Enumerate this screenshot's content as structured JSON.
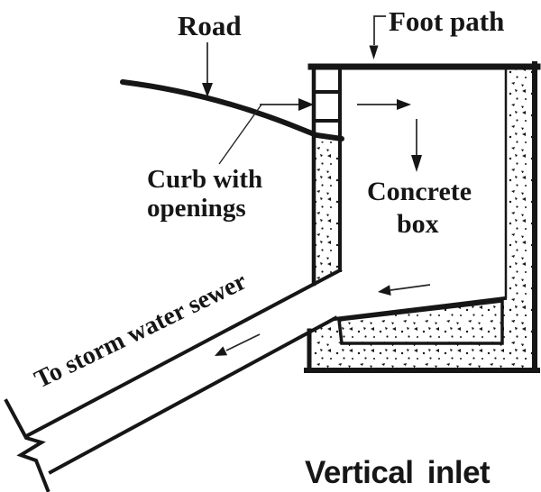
{
  "labels": {
    "road": "Road",
    "foot_path": "Foot path",
    "curb_line1": "Curb with",
    "curb_line2": "openings",
    "concrete_box_line1": "Concrete",
    "concrete_box_line2": "box",
    "sewer": "To storm water sewer"
  },
  "caption": "Vertical inlet",
  "colors": {
    "ink": "#161616",
    "paper": "#ffffff"
  }
}
